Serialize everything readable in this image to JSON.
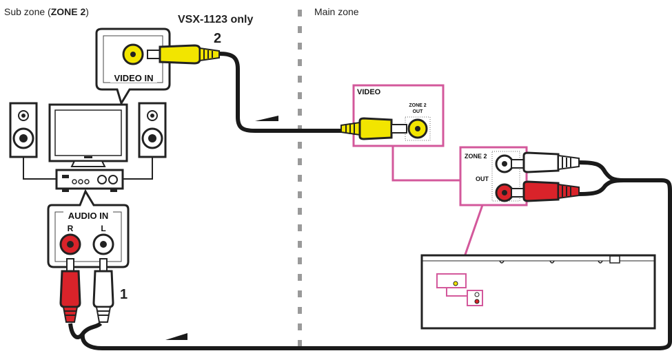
{
  "labels": {
    "sub_zone_prefix": "Sub zone (",
    "sub_zone_name": "ZONE 2",
    "sub_zone_suffix": ")",
    "main_zone": "Main zone",
    "model_note": "VSX-1123 only",
    "step_video": "2",
    "step_audio": "1",
    "video_in": "VIDEO IN",
    "audio_in": "AUDIO IN",
    "right": "R",
    "left": "L",
    "video_panel": "VIDEO",
    "zone2_out_line1": "ZONE 2",
    "zone2_out_line2": "OUT",
    "audio_zone2": "ZONE 2",
    "audio_out": "OUT"
  },
  "colors": {
    "highlight": "#d3589b",
    "video_plug": "#f2e500",
    "audio_red": "#d9232a",
    "cable": "#1a1a1a",
    "divider": "#9a9a9a"
  }
}
